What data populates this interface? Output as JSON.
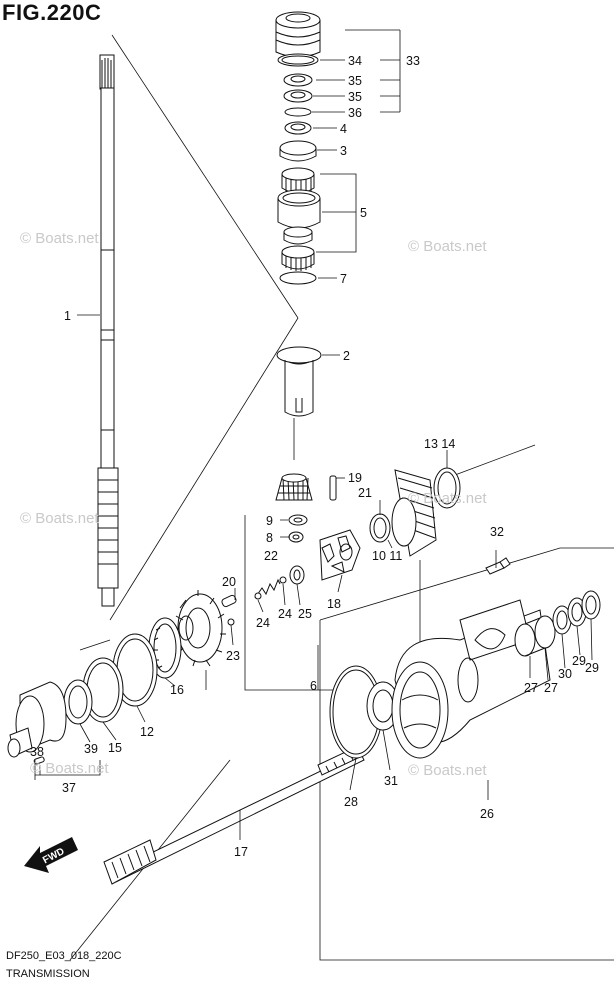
{
  "figure": {
    "title": "FIG.220C",
    "code": "DF250_E03_018_220C",
    "name": "TRANSMISSION"
  },
  "watermark": "© Boats.net",
  "fwd_label": "FWD",
  "callouts": {
    "c1": "1",
    "c2": "2",
    "c3": "3",
    "c4": "4",
    "c5": "5",
    "c6": "6",
    "c7": "7",
    "c8": "8",
    "c9": "9",
    "c1314": "13 14",
    "c1011": "10 11",
    "c12": "12",
    "c15": "15",
    "c16": "16",
    "c17": "17",
    "c18": "18",
    "c19": "19",
    "c20": "20",
    "c21": "21",
    "c22": "22",
    "c23": "23",
    "c24a": "24",
    "c24b": "24",
    "c25": "25",
    "c26": "26",
    "c27a": "27",
    "c27b": "27",
    "c28": "28",
    "c29a": "29",
    "c29b": "29",
    "c30": "30",
    "c31": "31",
    "c32": "32",
    "c33": "33",
    "c34": "34",
    "c35a": "35",
    "c35b": "35",
    "c36": "36",
    "c37": "37",
    "c38": "38",
    "c39": "39"
  }
}
